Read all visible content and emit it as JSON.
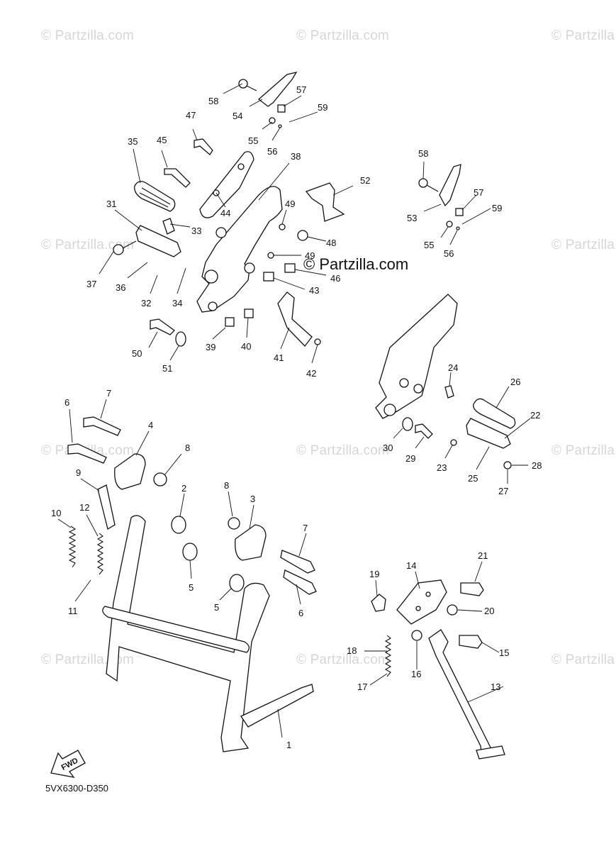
{
  "watermark_text": "© Partzilla.com",
  "brand_text": "© Partzilla.com",
  "diagram_code": "5VX6300-D350",
  "fwd_label": "FWD",
  "callouts": {
    "n1": "1",
    "n2": "2",
    "n3": "3",
    "n4": "4",
    "n5a": "5",
    "n5b": "5",
    "n6a": "6",
    "n6b": "6",
    "n7a": "7",
    "n7b": "7",
    "n8a": "8",
    "n8b": "8",
    "n9": "9",
    "n10": "10",
    "n11": "11",
    "n12": "12",
    "n13": "13",
    "n14": "14",
    "n15": "15",
    "n16": "16",
    "n17": "17",
    "n18": "18",
    "n19": "19",
    "n20": "20",
    "n21": "21",
    "n22": "22",
    "n23": "23",
    "n24": "24",
    "n25": "25",
    "n26": "26",
    "n27": "27",
    "n28": "28",
    "n29": "29",
    "n30": "30",
    "n31": "31",
    "n32": "32",
    "n33": "33",
    "n34": "34",
    "n35": "35",
    "n36": "36",
    "n37": "37",
    "n38": "38",
    "n39": "39",
    "n40": "40",
    "n41": "41",
    "n42": "42",
    "n43": "43",
    "n44": "44",
    "n45": "45",
    "n46": "46",
    "n47": "47",
    "n48": "48",
    "n49a": "49",
    "n49b": "49",
    "n50": "50",
    "n51": "51",
    "n52": "52",
    "n53": "53",
    "n54": "54",
    "n55a": "55",
    "n55b": "55",
    "n56a": "56",
    "n56b": "56",
    "n57a": "57",
    "n57b": "57",
    "n58a": "58",
    "n58b": "58",
    "n59a": "59",
    "n59b": "59"
  }
}
